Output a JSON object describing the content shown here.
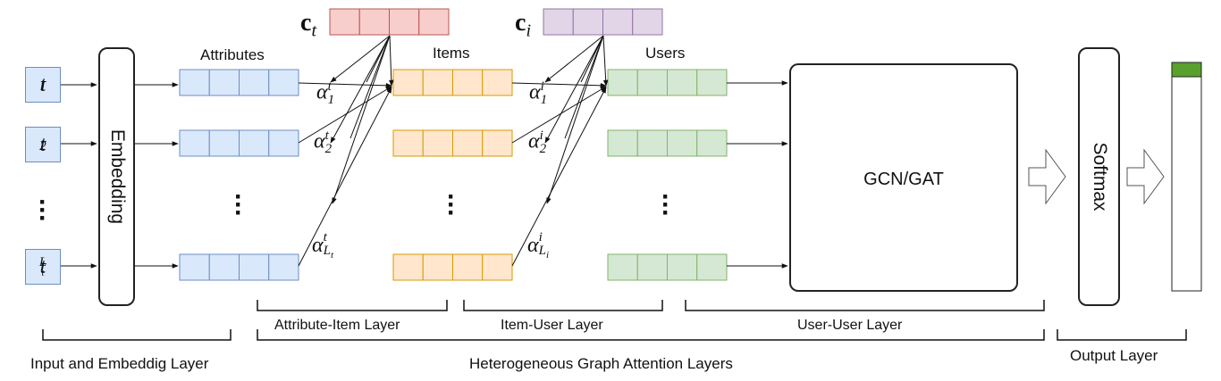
{
  "inputs": {
    "t1": {
      "base": "t",
      "sub": "1"
    },
    "t2": {
      "base": "t",
      "sub": "2"
    },
    "tLt": {
      "base": "t",
      "sub": "L",
      "subsub": "t"
    }
  },
  "blocks": {
    "embedding": "Embedding",
    "gcn": "GCN/GAT",
    "softmax": "Softmax"
  },
  "headers": {
    "attributes": "Attributes",
    "items": "Items",
    "users": "Users"
  },
  "contexts": {
    "ct": {
      "base": "c",
      "sub": "t"
    },
    "ci": {
      "base": "c",
      "sub": "i"
    }
  },
  "attention": {
    "attr": [
      {
        "base": "α",
        "sup": "t",
        "sub": "1"
      },
      {
        "base": "α",
        "sup": "t",
        "sub": "2"
      },
      {
        "base": "α",
        "sup": "t",
        "sub": "L",
        "subsub": "t"
      }
    ],
    "item": [
      {
        "base": "α",
        "sup": "i",
        "sub": "1"
      },
      {
        "base": "α",
        "sup": "i",
        "sub": "2"
      },
      {
        "base": "α",
        "sup": "i",
        "sub": "L",
        "subsub": "i"
      }
    ]
  },
  "layer_labels": {
    "attr_item": "Attribute-Item Layer",
    "item_user": "Item-User Layer",
    "user_user": "User-User Layer",
    "input_embedding": "Input and Embeddig Layer",
    "hetero": "Heterogeneous Graph Attention Layers",
    "output": "Output Layer"
  },
  "colors": {
    "attribute_fill": "#dae8fc",
    "attribute_stroke": "#6c8ebf",
    "item_fill": "#ffe6cc",
    "item_stroke": "#d79b00",
    "user_fill": "#d5e8d4",
    "user_stroke": "#82b366",
    "ct_fill": "#f8cecc",
    "ct_stroke": "#b85450",
    "ci_fill": "#e1d5e7",
    "ci_stroke": "#9673a6",
    "output_highlight": "#5aa02c"
  }
}
